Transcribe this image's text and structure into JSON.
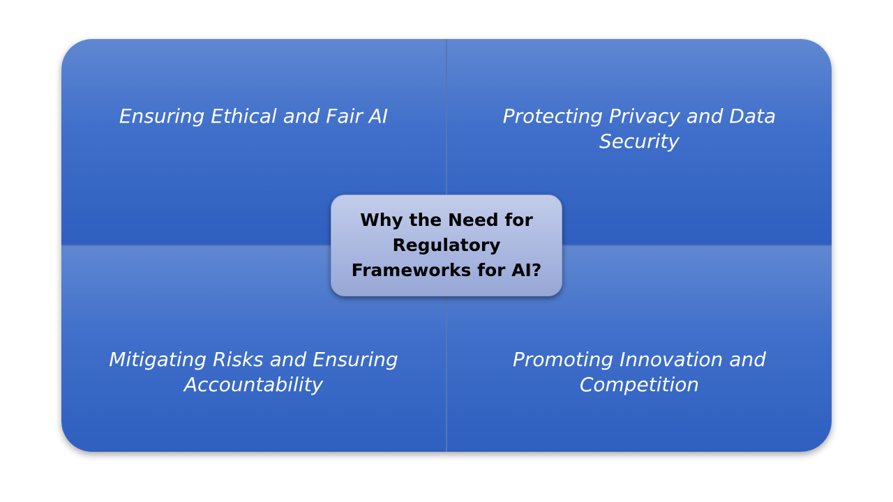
{
  "center": {
    "title": "Why the Need for Regulatory Frameworks for AI?"
  },
  "quadrants": [
    {
      "label": "Ensuring Ethical and Fair AI"
    },
    {
      "label": "Protecting Privacy and Data Security"
    },
    {
      "label": "Mitigating Risks and Ensuring Accountability"
    },
    {
      "label": "Promoting Innovation and Competition"
    }
  ],
  "colors": {
    "quadrant_fill": "#3f6fca",
    "center_fill": "#aab8e0",
    "quadrant_text": "#ffffff",
    "center_text": "#000000"
  }
}
